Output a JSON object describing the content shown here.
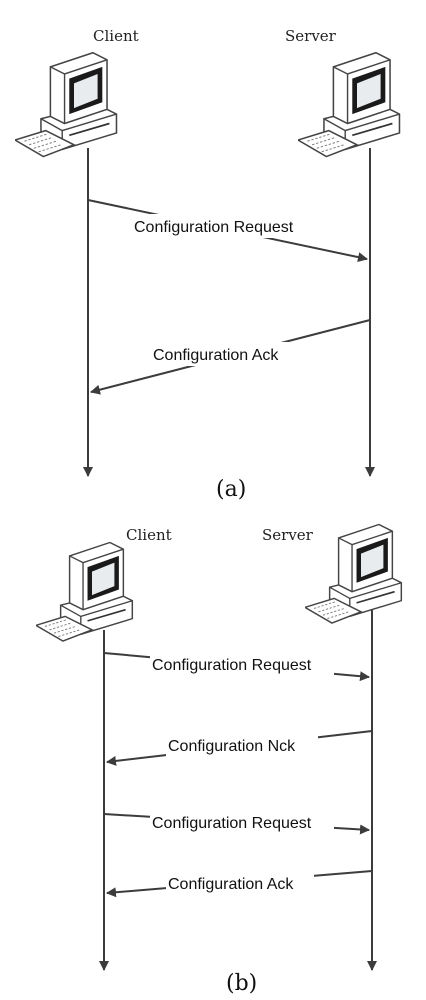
{
  "diagram_a": {
    "client_label": "Client",
    "server_label": "Server",
    "messages": [
      "Configuration Request",
      "Configuration Ack"
    ],
    "caption": "(a)"
  },
  "diagram_b": {
    "client_label": "Client",
    "server_label": "Server",
    "messages": [
      "Configuration Request",
      "Configuration Nck",
      "Configuration Request",
      "Configuration Ack"
    ],
    "caption": "(b)"
  },
  "colors": {
    "line": "#3c3c3c",
    "monitor_screen": "#1a1a1a",
    "computer_body": "#ffffff"
  },
  "icons": [
    "computer-icon"
  ]
}
